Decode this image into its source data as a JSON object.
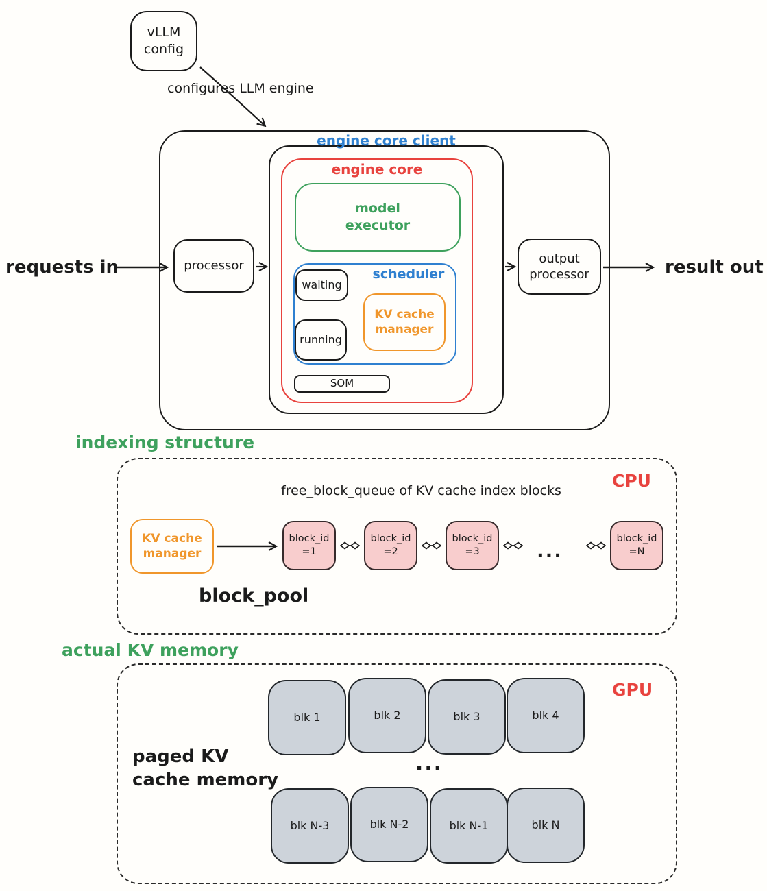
{
  "colors": {
    "blue": "#2f80d0",
    "red": "#e8433e",
    "green": "#3ea15d",
    "orange": "#f0962b",
    "pink_block_fill": "#f8cdcd",
    "gray_block_fill": "#cdd3da",
    "ink": "#1b1b1b"
  },
  "engine": {
    "vllm_config": "vLLM\nconfig",
    "configures_label": "configures LLM engine",
    "requests_in": "requests in",
    "result_out": "result out",
    "processor": "processor",
    "output_processor": "output\nprocessor",
    "engine_core_client": "engine core client",
    "engine_core": "engine core",
    "model_executor": "model\nexecutor",
    "scheduler": "scheduler",
    "waiting": "waiting",
    "running": "running",
    "kv_cache_manager": "KV cache\nmanager",
    "som": "SOM"
  },
  "indexing": {
    "section_label": "indexing structure",
    "zone_label": "CPU",
    "queue_title": "free_block_queue of KV cache index blocks",
    "kv_cache_manager": "KV cache\nmanager",
    "block_pool_label": "block_pool",
    "blocks": [
      {
        "label": "block_id\n=1"
      },
      {
        "label": "block_id\n=2"
      },
      {
        "label": "block_id\n=3"
      },
      {
        "label": "block_id\n=N"
      }
    ],
    "ellipsis": "..."
  },
  "memory": {
    "section_label": "actual KV memory",
    "zone_label": "GPU",
    "paged_label": "paged KV\ncache memory",
    "row1": [
      {
        "label": "blk 1"
      },
      {
        "label": "blk 2"
      },
      {
        "label": "blk 3"
      },
      {
        "label": "blk 4"
      }
    ],
    "row2": [
      {
        "label": "blk N-3"
      },
      {
        "label": "blk N-2"
      },
      {
        "label": "blk N-1"
      },
      {
        "label": "blk N"
      }
    ],
    "ellipsis": "..."
  }
}
